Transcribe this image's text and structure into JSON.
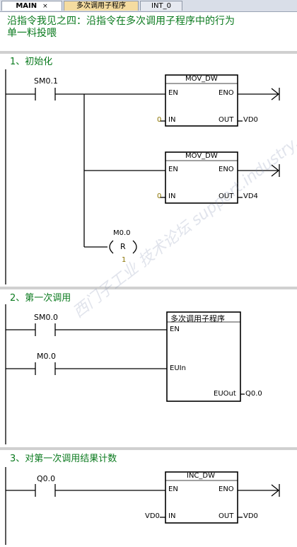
{
  "tabs": [
    {
      "label": "MAIN",
      "close": "×"
    },
    {
      "label": "多次调用子程序"
    },
    {
      "label": "INT_0"
    }
  ],
  "program_comment_line1": "沿指令我见之四：沿指令在多次调用子程序中的行为",
  "program_comment_line2": "单一料投喂",
  "networks": [
    {
      "title": "1、初始化",
      "contact": "SM0.1",
      "boxes": [
        {
          "name": "MOV_DW",
          "en": "EN",
          "eno": "ENO",
          "in_pin": "IN",
          "out_pin": "OUT",
          "in_val": "0",
          "out_val": "VD0"
        },
        {
          "name": "MOV_DW",
          "en": "EN",
          "eno": "ENO",
          "in_pin": "IN",
          "out_pin": "OUT",
          "in_val": "0",
          "out_val": "VD4"
        }
      ],
      "coil": {
        "address": "M0.0",
        "type": "R",
        "count": "1"
      }
    },
    {
      "title": "2、第一次调用",
      "contacts": [
        "SM0.0",
        "M0.0"
      ],
      "box": {
        "name": "多次调用子程序",
        "en": "EN",
        "in_pin": "EUIn",
        "out_pin": "EUOut",
        "out_val": "Q0.0"
      }
    },
    {
      "title": "3、对第一次调用结果计数",
      "contact": "Q0.0",
      "box": {
        "name": "INC_DW",
        "en": "EN",
        "eno": "ENO",
        "in_pin": "IN",
        "out_pin": "OUT",
        "in_val": "VD0",
        "out_val": "VD0"
      }
    }
  ],
  "watermark": "西门子工业 技术论坛 support.industry.siemens.com/cs"
}
